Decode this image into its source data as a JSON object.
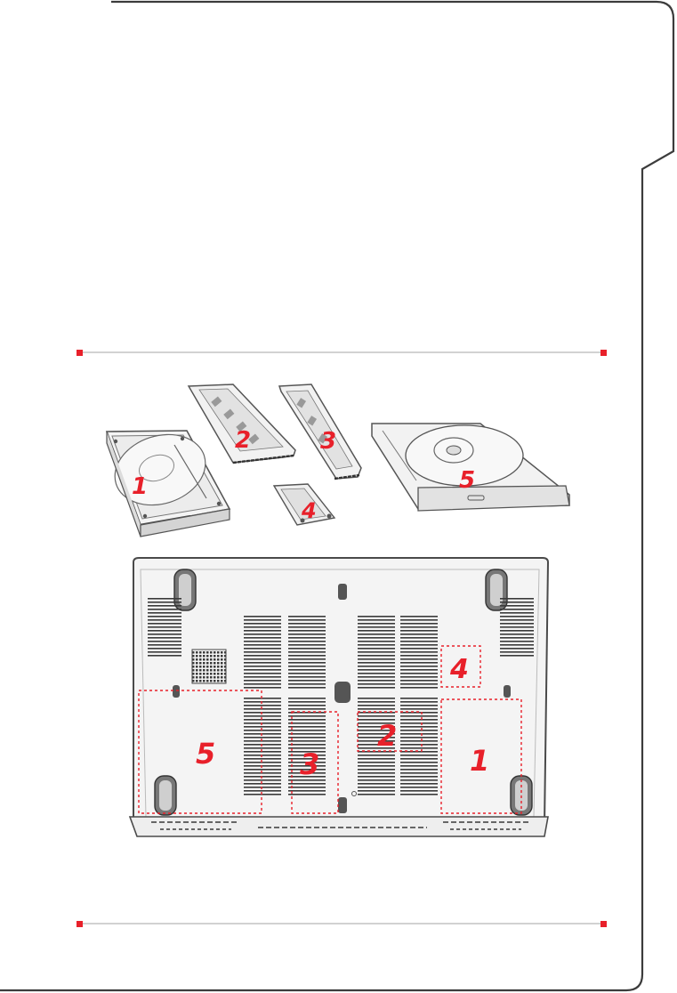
{
  "colors": {
    "accent": "#e8202a",
    "frame": "#3c3c3c",
    "rule": "#d2d2d2",
    "component_fill": "#f2f2f2",
    "component_stroke": "#555555",
    "vent": "#3a3a3a"
  },
  "components": {
    "hdd_label": "1",
    "memory_a_label": "2",
    "memory_b_label": "3",
    "wlan_label": "4",
    "odd_label": "5"
  },
  "laptop_bottom": {
    "area_hdd_label": "1",
    "area_memory_a_label": "2",
    "area_memory_b_label": "3",
    "area_wlan_label": "4",
    "area_odd_label": "5"
  }
}
